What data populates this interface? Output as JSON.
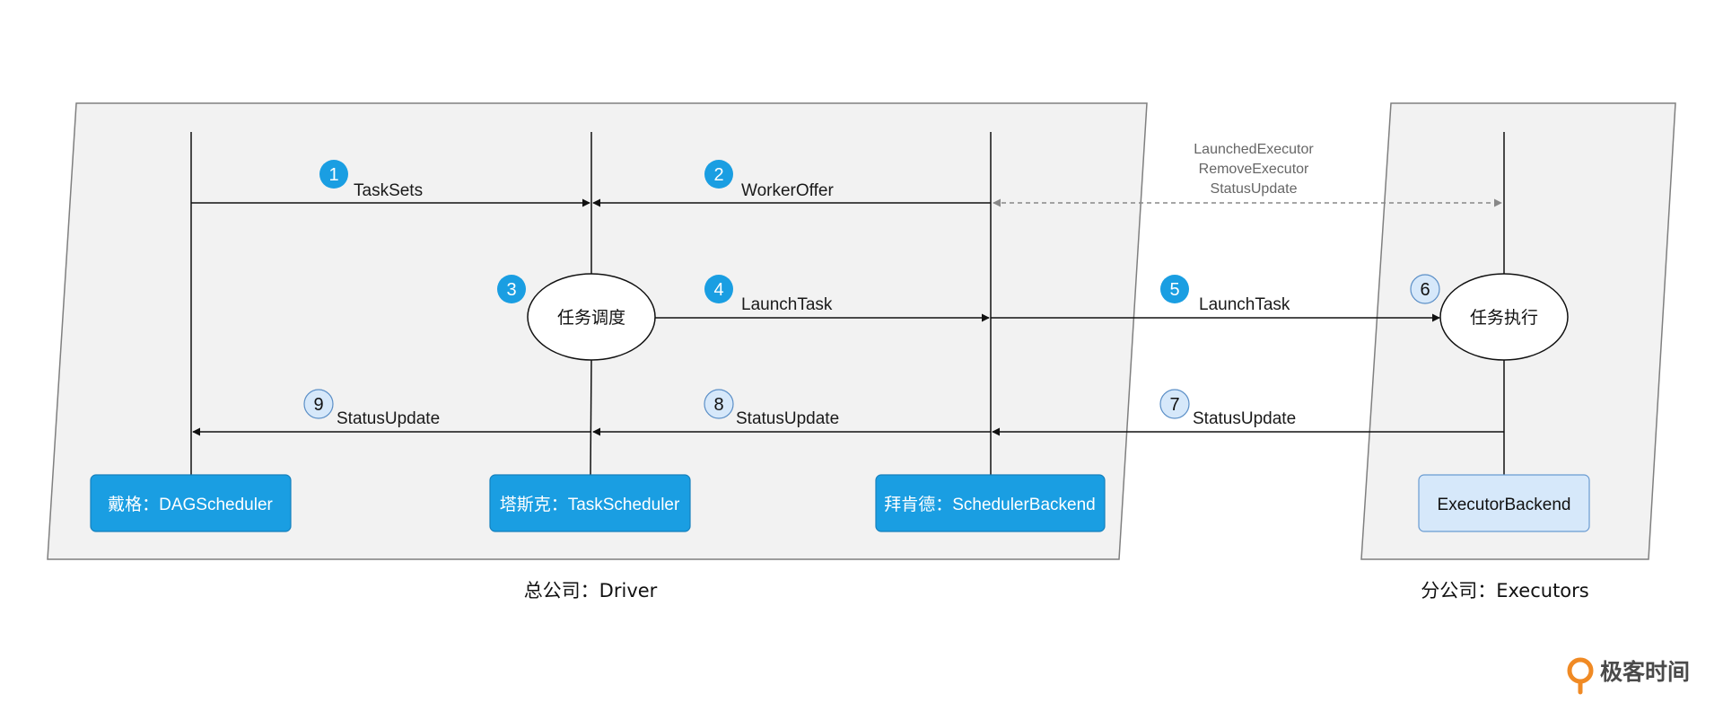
{
  "regions": {
    "driver_label": "总公司：Driver",
    "executors_label": "分公司：Executors"
  },
  "components": {
    "dag_scheduler": "戴格：DAGScheduler",
    "task_scheduler": "塔斯克：TaskScheduler",
    "scheduler_backend": "拜肯德：SchedulerBackend",
    "executor_backend": "ExecutorBackend"
  },
  "processes": {
    "task_dispatch": "任务调度",
    "task_execution": "任务执行"
  },
  "steps": [
    {
      "num": "1",
      "label": "TaskSets"
    },
    {
      "num": "2",
      "label": "WorkerOffer"
    },
    {
      "num": "3",
      "label": ""
    },
    {
      "num": "4",
      "label": "LaunchTask"
    },
    {
      "num": "5",
      "label": "LaunchTask"
    },
    {
      "num": "6",
      "label": ""
    },
    {
      "num": "7",
      "label": "StatusUpdate"
    },
    {
      "num": "8",
      "label": "StatusUpdate"
    },
    {
      "num": "9",
      "label": "StatusUpdate"
    }
  ],
  "executor_messages": [
    "LaunchedExecutor",
    "RemoveExecutor",
    "StatusUpdate"
  ],
  "brand": {
    "name": "极客时间",
    "icon": "geektime-logo-icon"
  },
  "colors": {
    "primary_blue": "#1a9ee2",
    "light_blue": "#d6e8fa",
    "panel_gray": "#f2f2f2",
    "line": "#111111",
    "dashed": "#888888",
    "brand_orange": "#f08a24"
  }
}
